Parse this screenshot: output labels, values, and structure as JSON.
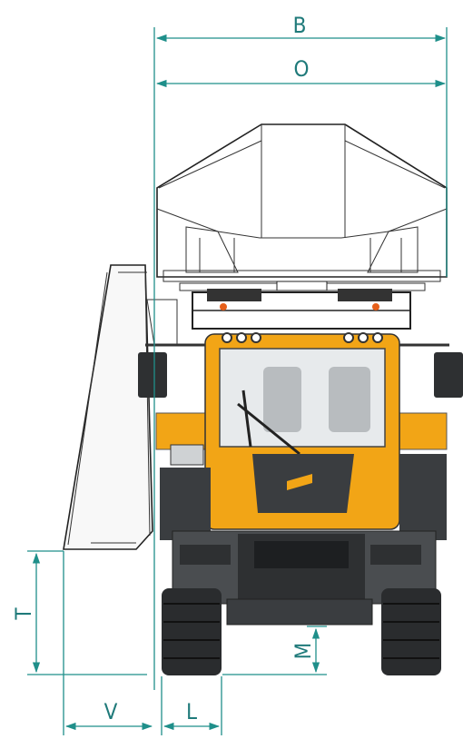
{
  "colors": {
    "dimension_line": "#1f8f8a",
    "dimension_text": "#1f7a7a",
    "machine_yellow": "#f2a516",
    "machine_dark": "#3a3d40",
    "outline": "#222222"
  },
  "dimensions": {
    "B": "B",
    "O": "O",
    "T": "T",
    "M": "M",
    "V": "V",
    "L": "L"
  }
}
